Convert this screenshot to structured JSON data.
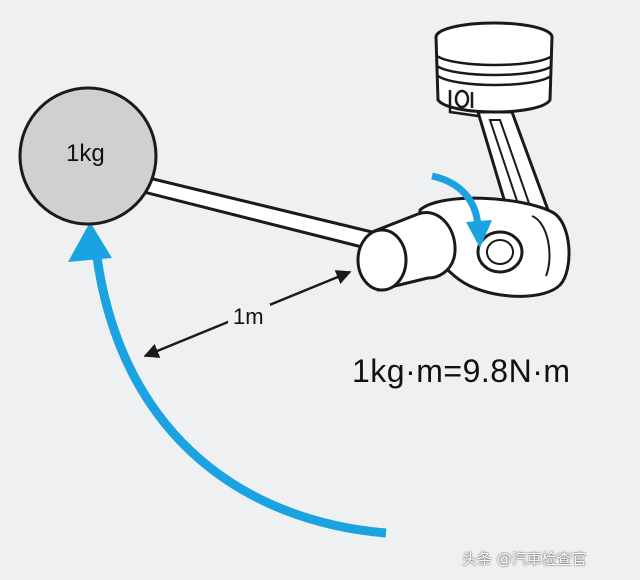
{
  "mass": {
    "label": "1kg"
  },
  "lever": {
    "length_label": "1m"
  },
  "formula": {
    "text": "1kg·m=9.8N·m"
  },
  "watermark": {
    "text": "头条 @汽車检查官"
  },
  "colors": {
    "background": "#eef0f2",
    "rotation_arrow": "#1aa3e0",
    "mass_fill": "#cfd0d2",
    "outline": "#1a1a1a"
  },
  "icons": [
    "mass-ball-icon",
    "piston-icon",
    "connecting-rod-icon",
    "rotation-arrow-icon",
    "dimension-arrow-icon"
  ]
}
